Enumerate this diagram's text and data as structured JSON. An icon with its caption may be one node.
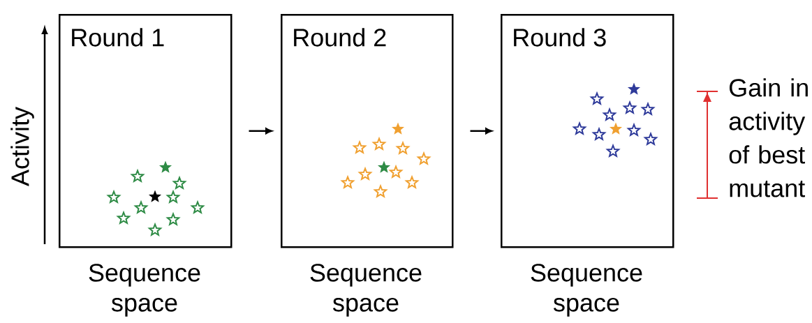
{
  "diagram": {
    "nodes": [
      {
        "text": [
          "Round 1"
        ],
        "beside": [
          "Sequence space"
        ]
      },
      {
        "text": [
          "Round 2"
        ],
        "beside": [
          "Sequence space"
        ]
      },
      {
        "text": [
          "Round 3"
        ],
        "beside": [
          "Sequence space"
        ]
      }
    ],
    "edges": [
      {
        "from": 0,
        "to": 1,
        "arrow": "to"
      },
      {
        "from": 1,
        "to": 2,
        "arrow": "to"
      }
    ],
    "labels": [
      "Activity",
      "Gain in activity of best mutant"
    ]
  }
}
